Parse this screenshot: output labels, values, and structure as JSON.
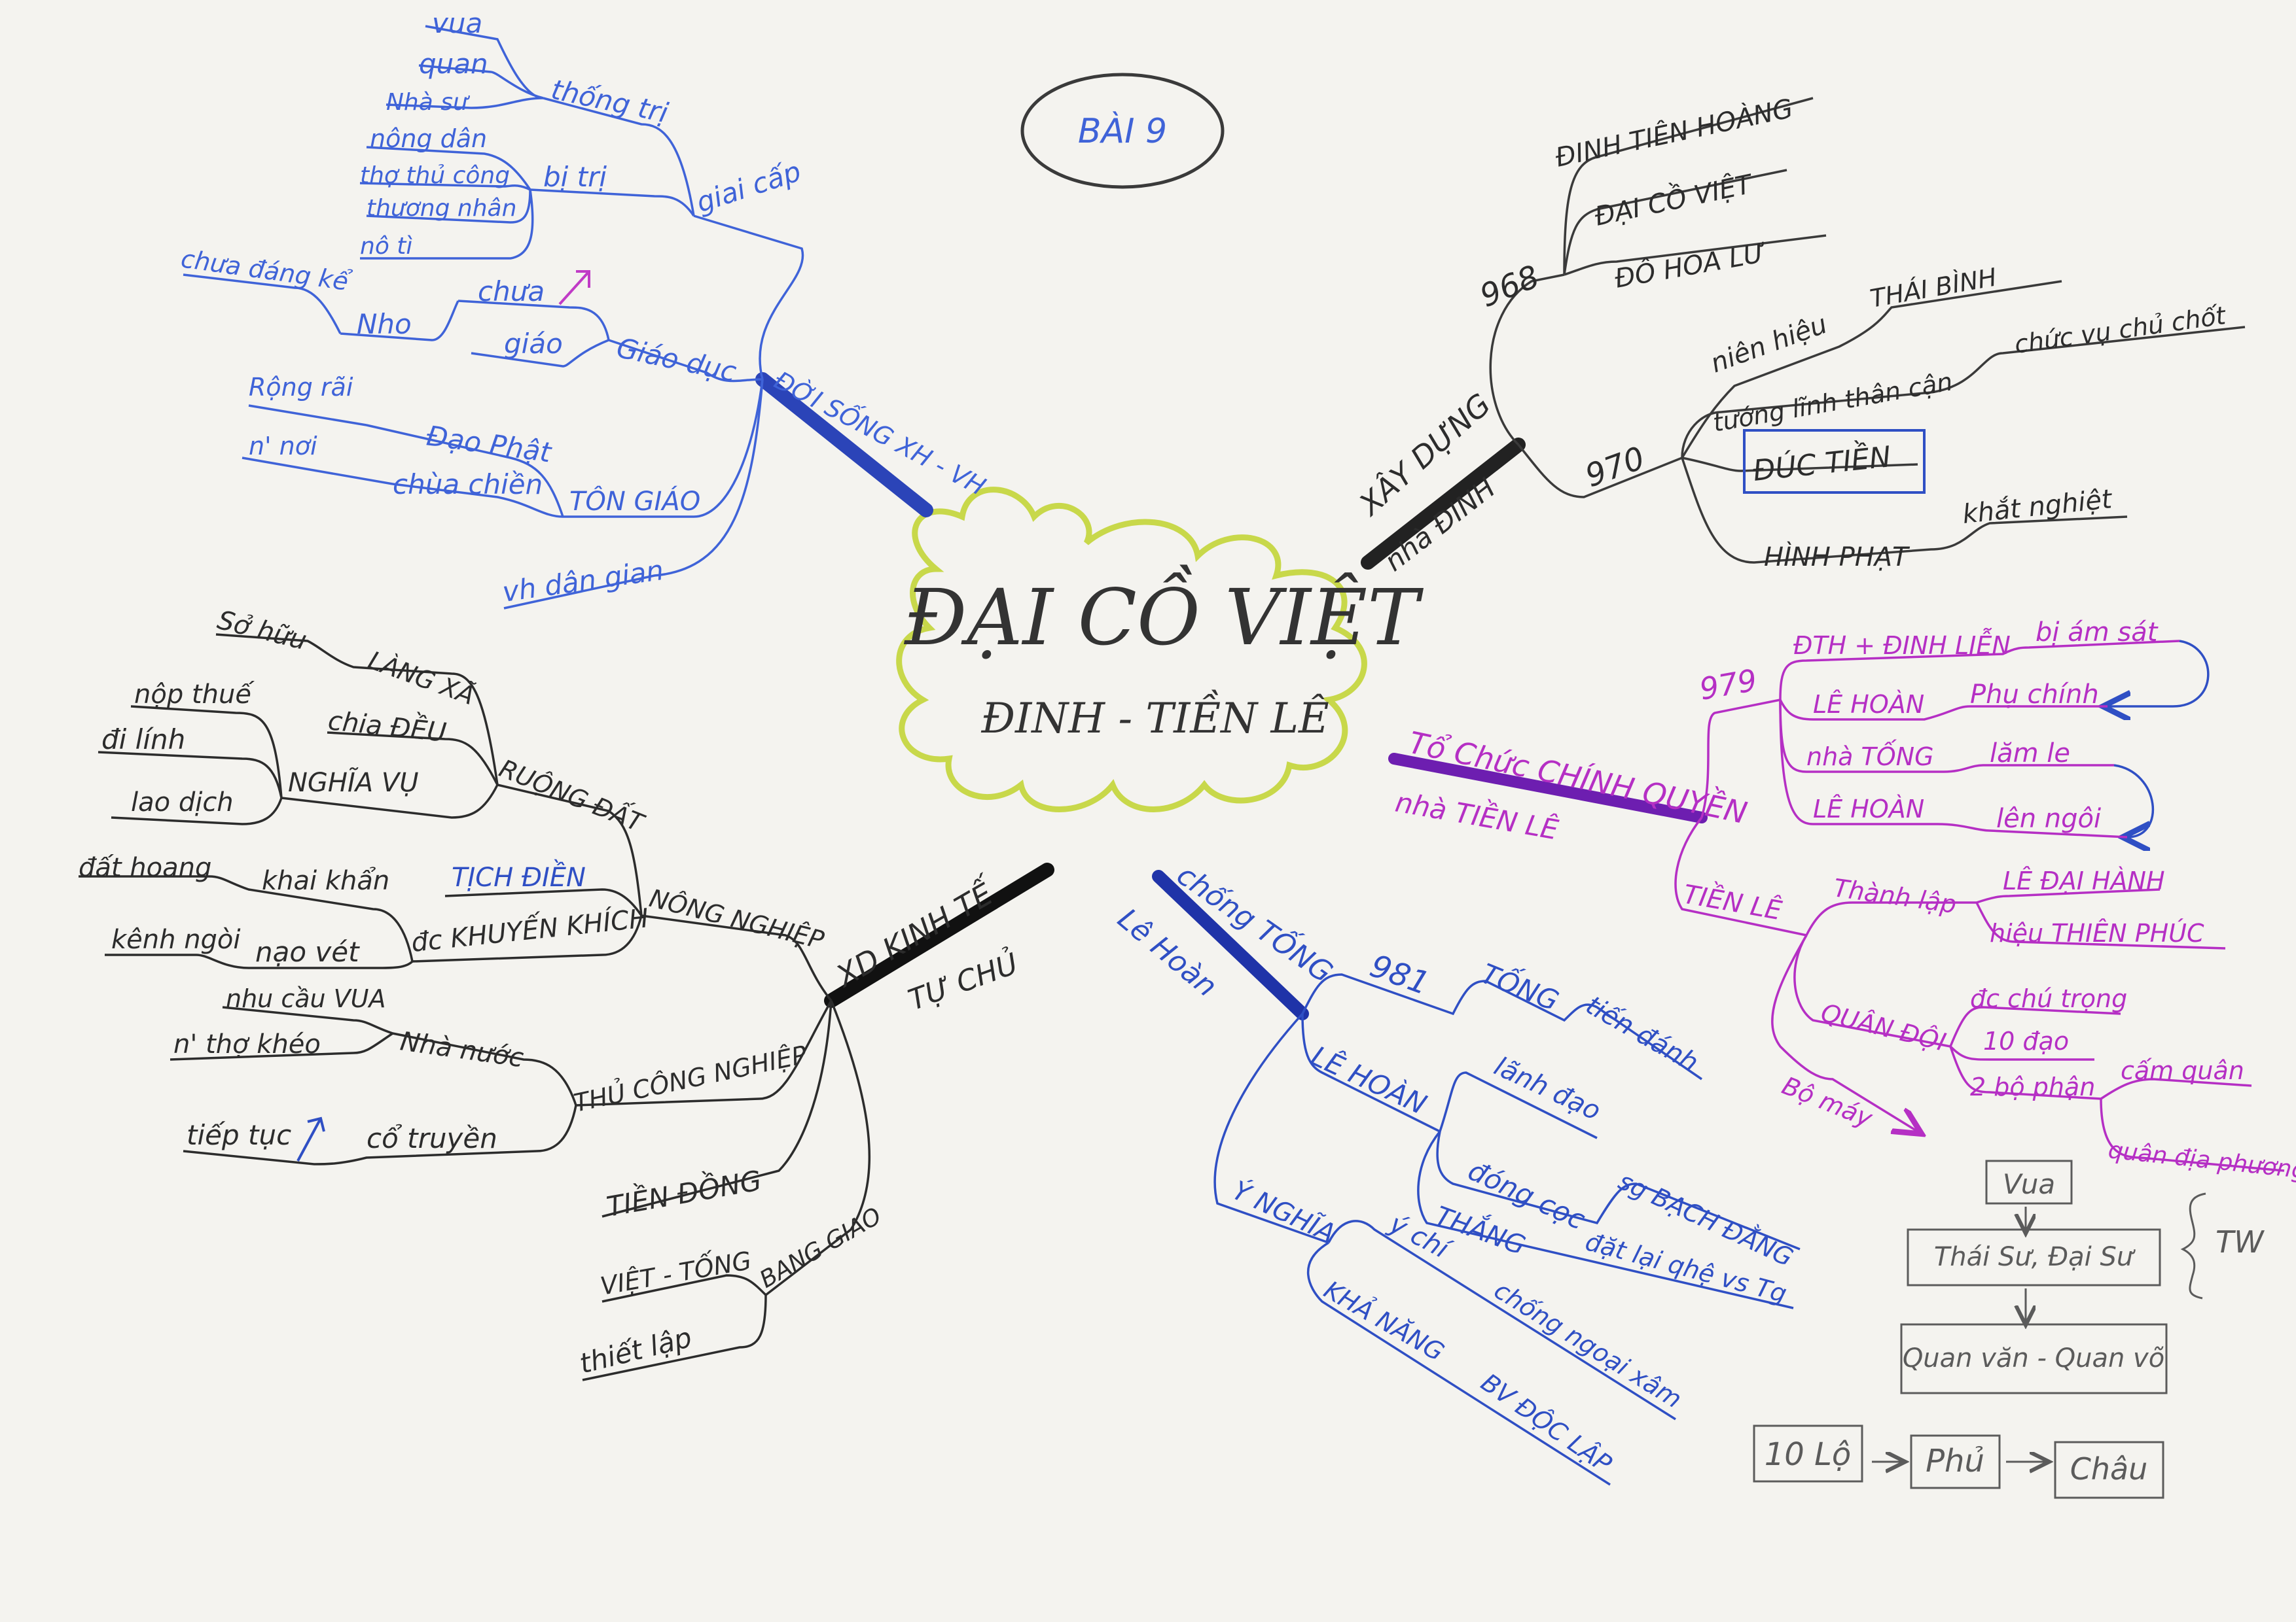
{
  "lesson": "BÀI 9",
  "center": {
    "title": "ĐẠI CỒ VIỆT",
    "subtitle": "ĐINH - TIỀN LÊ"
  },
  "branch_doi_song": {
    "label": "ĐỜI SỐNG XH - VH",
    "giai_cap": "giai cấp",
    "thong_tri": "thống trị",
    "vua": "vua",
    "quan": "quan",
    "nha_su": "Nhà sư",
    "bi_tri": "bị trị",
    "nong_dan": "nông dân",
    "tho_thu_cong": "thợ thủ công",
    "thuong_nhan": "thương nhân",
    "no_ti": "nô tì",
    "giao_duc": "Giáo dục",
    "chua_dang_ke": "chưa đáng kể",
    "nho": "Nho",
    "chua": "chưa",
    "giao": "giáo",
    "ton_giao": "TÔN GIÁO",
    "dao_phat": "Đạo Phật",
    "rong_rai": "Rộng rãi",
    "chua_chien": "chùa chiền",
    "n_noi": "n' nơi",
    "vh_dan_gian": "vh dân gian"
  },
  "branch_xay_dung": {
    "label": "XÂY DỰNG",
    "sublabel": "nhà ĐINH",
    "y968": "968",
    "dinh_tien_hoang": "ĐINH TIÊN HOÀNG",
    "dai_co_viet": "ĐẠI CỒ VIỆT",
    "do_hoa_lu": "ĐÔ HOA LƯ",
    "y970": "970",
    "nien_hieu": "niên hiệu",
    "thai_binh": "THÁI BÌNH",
    "tuong_linh": "tướng lĩnh thân cận",
    "chuc_vu": "chức vụ chủ chốt",
    "duc_tien": "ĐÚC TIỀN",
    "hinh_phat": "HÌNH PHẠT",
    "khat_nghiet": "khắt nghiệt"
  },
  "branch_to_chuc": {
    "label": "Tổ Chức CHÍNH QUYỀN",
    "sublabel": "nhà TIỀN LÊ",
    "y979": "979",
    "dth_dinh_lien": "ĐTH + ĐINH LIỄN",
    "bi_am_sat": "bị ám sát",
    "le_hoan_1": "LÊ HOÀN",
    "phu_chinh": "Phụ chính",
    "nha_tong": "nhà TỐNG",
    "lam_le": "lăm le",
    "le_hoan_2": "LÊ HOÀN",
    "len_ngoi": "lên ngôi",
    "tien_le": "TIỀN LÊ",
    "thanh_lap": "Thành lập",
    "le_dai_hanh": "LÊ ĐẠI HÀNH",
    "hieu_thien_phuc": "hiệu THIÊN PHÚC",
    "quan_doi": "QUÂN ĐỘI",
    "chu_trong": "đc chú trọng",
    "dao_10": "10 đạo",
    "bo_phan": "2 bộ phận",
    "cam_quan": "cấm quân",
    "quan_dia_phuong": "quân địa phương",
    "bo_may": "Bộ máy"
  },
  "branch_chong_tong": {
    "label": "chống TỐNG",
    "sublabel": "Lê Hoàn",
    "y981": "981",
    "tong": "TỐNG",
    "tien_danh": "tiến đánh",
    "le_hoan": "LÊ HOÀN",
    "lanh_dao": "lãnh đạo",
    "dong_coc": "đóng cọc",
    "so_bach_dang": "sg BẠCH ĐẰNG",
    "thang": "THẮNG",
    "dat_lai": "đặt lại qhệ vs Tg",
    "y_nghia": "Ý NGHĨA",
    "y_chi": "ý chí",
    "chong_ngoai_xam": "chống ngoại xâm",
    "kha_nang": "KHẢ NĂNG",
    "bv_doc_lap": "BV ĐỘC LẬP"
  },
  "branch_kinh_te": {
    "label": "XD KINH TẾ",
    "sublabel": "TỰ CHỦ",
    "nong_nghiep": "NÔNG NGHIỆP",
    "ruong_dat": "RUỘNG ĐẤT",
    "lang_xa": "LÀNG XÃ",
    "so_huu": "Sở hữu",
    "chia_deu": "chia ĐỀU",
    "nghia_vu": "NGHĨA VỤ",
    "nop_thue": "nộp thuế",
    "di_linh": "đi lính",
    "lao_dich": "lao dịch",
    "tich_dien": "TỊCH ĐIỀN",
    "dc_khuyen_khich": "đc KHUYẾN KHÍCH",
    "khai_khan": "khai khẩn",
    "dat_hoang": "đất hoang",
    "nao_vet": "nạo vét",
    "kenh_ngoi": "kênh ngòi",
    "thu_cong_nghiep": "THỦ CÔNG NGHIỆP",
    "nha_nuoc": "Nhà nước",
    "nhu_cau_vua": "nhu cầu VUA",
    "n_tho_kheo": "n' thợ khéo",
    "co_truyen": "cổ truyền",
    "tiep_tuc": "tiếp tục",
    "tien_dong": "TIỀN ĐỒNG",
    "bang_giao": "BANG GIAO",
    "viet_tong": "VIỆT - TỐNG",
    "thiet_lap": "thiết lập"
  },
  "hierarchy": {
    "vua": "Vua",
    "thai_su": "Thái Sư, Đại Sư",
    "quan_van_vo": "Quan văn - Quan võ",
    "tw": "TW",
    "lo": "10 Lộ",
    "phu": "Phủ",
    "chau": "Châu"
  },
  "colors": {
    "black": "#2c2c2c",
    "blue": "#2f4fc4",
    "light_blue": "#3f63d8",
    "magenta": "#b52fc4",
    "gray": "#5b5b5b",
    "cloud": "#c8d84a"
  }
}
